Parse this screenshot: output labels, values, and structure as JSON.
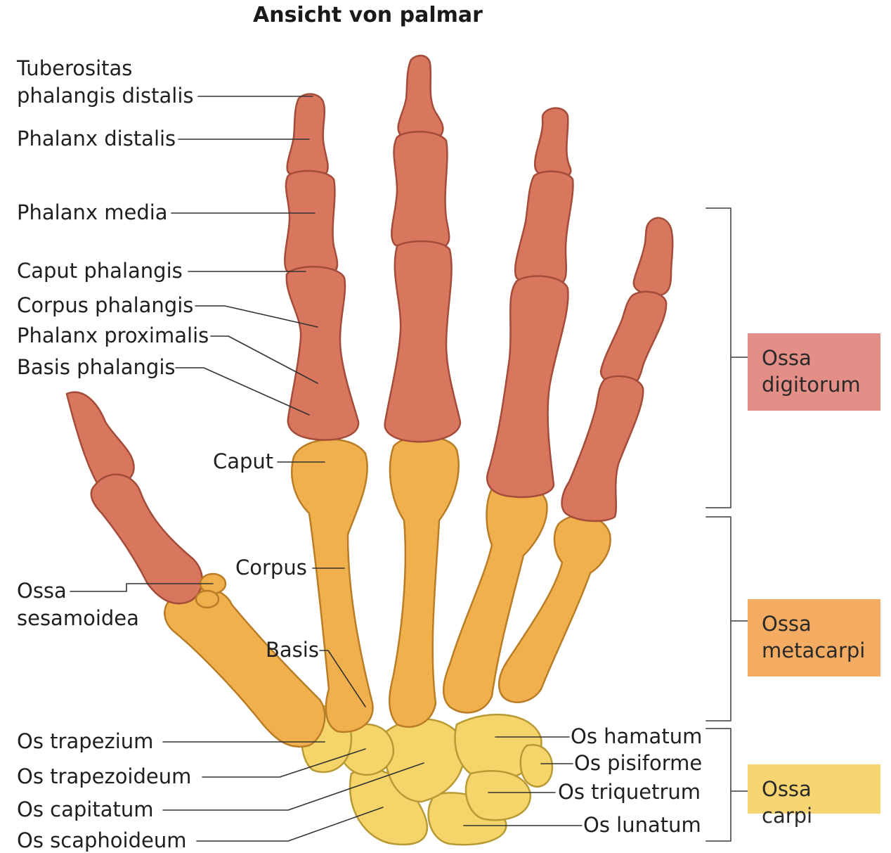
{
  "title": "Ansicht von palmar",
  "labels_left": {
    "tuberositas_line1": "Tuberositas",
    "tuberositas_line2": "phalangis distalis",
    "phalanx_distalis": "Phalanx distalis",
    "phalanx_media": "Phalanx media",
    "caput_phalangis": "Caput phalangis",
    "corpus_phalangis": "Corpus phalangis",
    "phalanx_proximalis": "Phalanx proximalis",
    "basis_phalangis": "Basis phalangis",
    "caput": "Caput",
    "corpus": "Corpus",
    "basis": "Basis",
    "ossa_sesamoidea_line1": "Ossa",
    "ossa_sesamoidea_line2": "sesamoidea",
    "os_trapezium": "Os trapezium",
    "os_trapezoideum": "Os trapezoideum",
    "os_capitatum": "Os capitatum",
    "os_scaphoideum": "Os scaphoideum"
  },
  "labels_right": {
    "os_hamatum": "Os hamatum",
    "os_pisiforme": "Os pisiforme",
    "os_triquetrum": "Os triquetrum",
    "os_lunatum": "Os lunatum"
  },
  "groups": {
    "digitorum_line1": "Ossa",
    "digitorum_line2": "digitorum",
    "metacarpi_line1": "Ossa",
    "metacarpi_line2": "metacarpi",
    "carpi": "Ossa carpi"
  },
  "colors": {
    "phalanx": "#d9765e",
    "phalanx_stroke": "#a34c3a",
    "metacarpal": "#f0b04e",
    "metacarpal_stroke": "#b97d26",
    "carpal": "#f5d56a",
    "carpal_stroke": "#b89a35",
    "box_digitorum": "#e48e88",
    "box_metacarpi": "#f4ac62",
    "box_carpi": "#f7d572"
  }
}
